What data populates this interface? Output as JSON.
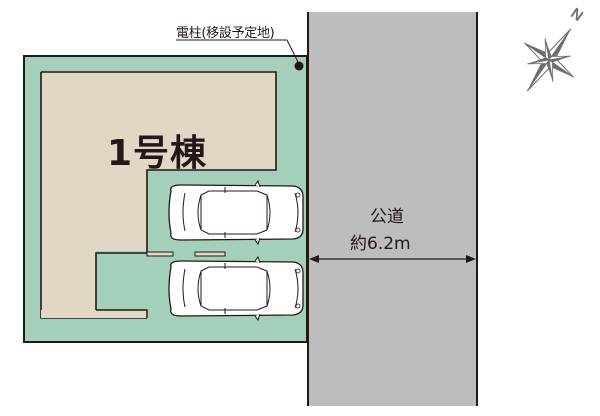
{
  "diagram": {
    "type": "site-plan",
    "building": {
      "label": "1号棟"
    },
    "utility_pole": {
      "label": "電柱(移設予定地)"
    },
    "road": {
      "name": "公道",
      "width_label": "約6.2m"
    },
    "parking": {
      "car_count": 2
    },
    "compass": {
      "north_label": "N"
    },
    "colors": {
      "lot": "#a3cfbb",
      "building": "#e0d8c5",
      "road": "#bdbdbd",
      "outline": "#231815",
      "compass": "#6e6e6e"
    }
  }
}
